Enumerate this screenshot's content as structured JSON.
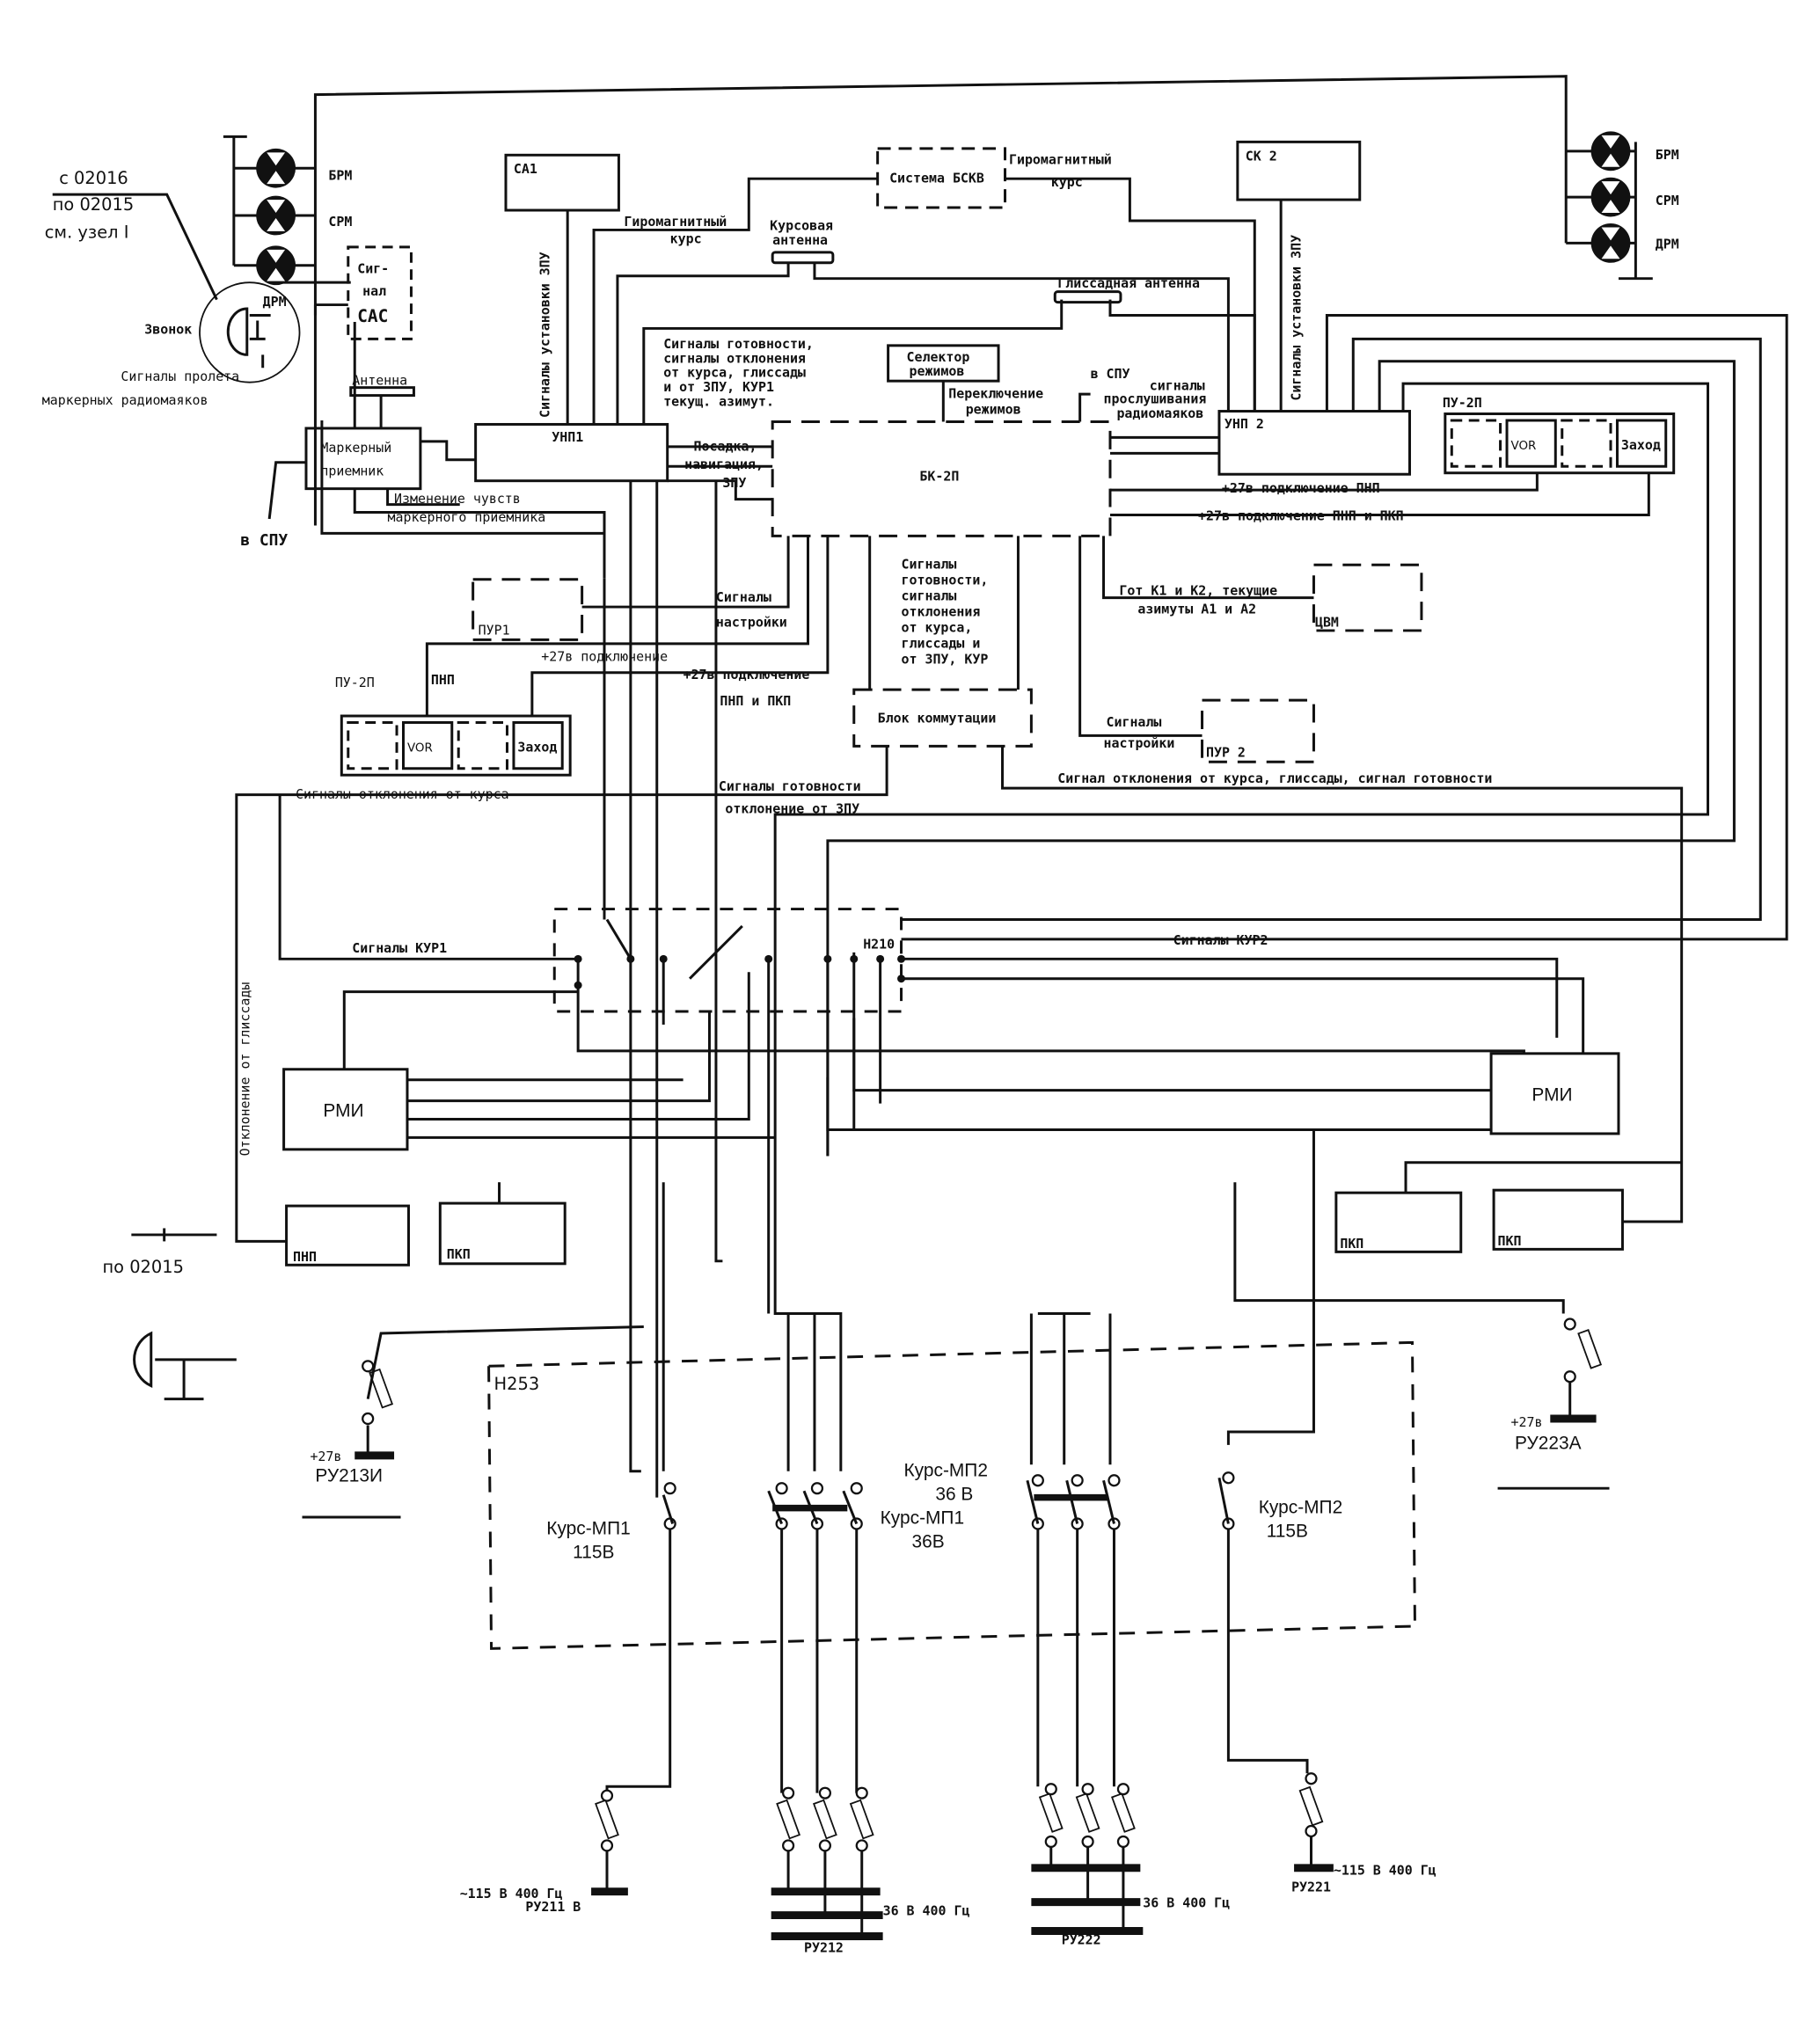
{
  "note": {
    "lines": [
      "с 02016",
      "по 02015",
      "см. узел I"
    ]
  },
  "bell": {
    "label": "Звонок",
    "signal_lines": [
      "Сигналы пролета",
      "маркерных радиомаяков"
    ]
  },
  "lamps_left": [
    "БРМ",
    "СРМ",
    "ДРМ"
  ],
  "lamps_right": [
    "БРМ",
    "СРМ",
    "ДРМ"
  ],
  "sas_box": {
    "lines": [
      "Сиг-",
      "нал",
      "САС"
    ]
  },
  "marker_antenna": "Антенна",
  "marker_receiver": {
    "lines": [
      "Маркерный",
      "приемник"
    ]
  },
  "to_spu_left": "в СПУ",
  "sensitivity": [
    "Изменение чувств",
    "маркерного приемника"
  ],
  "blocks": {
    "sa1": "СА1",
    "sk2": "СК 2",
    "bskv": "Система БСКВ",
    "unp1": "УНП1",
    "unp2": "УНП 2",
    "bk2p": "БК-2П",
    "selector": [
      "Селектор",
      "режимов"
    ],
    "pur1": "ПУР1",
    "pur2": "ПУР 2",
    "cvm": "ЦВМ",
    "switch_block": "Блок коммутации",
    "rmi_left": "РМИ",
    "rmi_right": "РМИ",
    "pnp_left": "ПНП",
    "pkp_left": "ПКП",
    "pkp_right1": "ПКП",
    "pkp_right2": "ПКП",
    "h253": "Н253",
    "h210": "Н210"
  },
  "pu2p_left": {
    "label": "ПУ-2П",
    "buttons": [
      "",
      "VOR",
      "",
      "Заход"
    ]
  },
  "pu2p_right": {
    "label": "ПУ-2П",
    "buttons": [
      "",
      "VOR",
      "",
      "Заход"
    ]
  },
  "labels": {
    "zpu_set_left": "Сигналы установки ЗПУ",
    "zpu_set_right": "Сигналы установки ЗПУ",
    "gyro_left": [
      "Гиромагнитный",
      "курс"
    ],
    "gyro_right": [
      "Гиромагнитный",
      "курс"
    ],
    "course_antenna": [
      "Курсовая",
      "антенна"
    ],
    "glide_antenna": "Глиссадная антенна",
    "readiness_top": [
      "Сигналы готовности,",
      "сигналы отклонения",
      "от курса, глиссады",
      "и от ЗПУ, КУР1",
      "текущ. азимут."
    ],
    "landing_nav": [
      "Посадка,",
      "навигация,",
      "ЗПУ"
    ],
    "mode_switch": [
      "Переключение",
      "режимов"
    ],
    "to_spu_right": "в СПУ",
    "listen": [
      "сигналы",
      "прослушивания",
      "радиомаяков"
    ],
    "p27_pnp_right": "+27в подключение ПНП",
    "p27_pnp_pkp_right": "+27в подключение ПНП и ПКП",
    "cvm_signals": [
      "Гот К1 и К2, текущие",
      "азимуты А1 и А2"
    ],
    "tuning_left": [
      "Сигналы",
      "настройки"
    ],
    "p27_pnp_left": [
      "+27в подключение",
      "ПНП"
    ],
    "p27_pnp_pkp_left": [
      "+27в подключение",
      "ПНП и ПКП"
    ],
    "readiness_mid": [
      "Сигналы",
      "готовности,",
      "сигналы",
      "отклонения",
      "от курса,",
      "глиссады и",
      "от ЗПУ, КУР"
    ],
    "tuning_right": [
      "Сигналы",
      "настройки"
    ],
    "deviation_course": "Сигналы отклонения от курса",
    "readiness_zpu": [
      "Сигналы готовности",
      "отклонение от ЗПУ"
    ],
    "signal_right": "Сигнал отклонения от курса, глиссады, сигнал готовности",
    "kur1": "Сигналы КУР1",
    "kur2": "Сигналы КУР2",
    "glide_dev": "Отклонение от глиссады",
    "po_02015": "по 02015"
  },
  "power": {
    "kurs_mp1_115": [
      "Курс-МП1",
      "115В"
    ],
    "kurs_mp2_36": [
      "Курс-МП2",
      "36 В"
    ],
    "kurs_mp1_36": [
      "Курс-МП1",
      "36В"
    ],
    "kurs_mp2_115": [
      "Курс-МП2",
      "115В"
    ],
    "ru213i": {
      "voltage": "+27в",
      "name": "РУ213И"
    },
    "ru223a": {
      "voltage": "+27в",
      "name": "РУ223А"
    },
    "ru211v": {
      "voltage": "~115 В 400 Гц",
      "name": "РУ211 В"
    },
    "ru212": {
      "voltage": "36 В 400 Гц",
      "name": "РУ212"
    },
    "ru222": {
      "voltage": "36 В 400 Гц",
      "name": "РУ222"
    },
    "ru221": {
      "voltage": "~115 В 400 Гц",
      "name": "РУ221"
    }
  }
}
